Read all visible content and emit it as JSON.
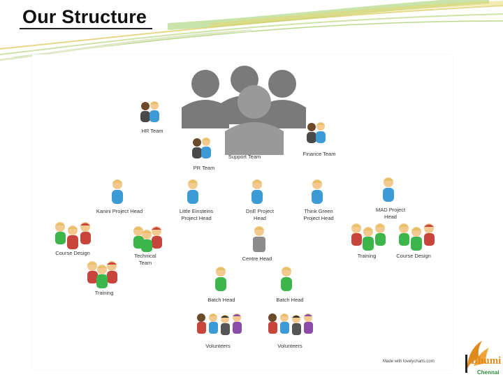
{
  "slide": {
    "title": "Our Structure"
  },
  "colors": {
    "deco_green": "#8bc34a",
    "deco_yellow": "#e6c84a",
    "person_blue": "#3c9ad6",
    "person_green": "#3cb54a",
    "person_red": "#c8453c",
    "person_purple": "#8a4ca8",
    "person_gray": "#8c8c8c",
    "skin": "#f3c98f",
    "hair": "#e7c066",
    "group_gray": "#6d6d6d",
    "logo_orange": "#e08a1c",
    "logo_green": "#2e8b3a"
  },
  "org_chart": {
    "nodes": {
      "hr_team": "HR Team",
      "support_team": "Support Team",
      "finance_team": "Finance Team",
      "pr_team": "PR Team",
      "kanini": "Kanini Project Head",
      "little_einsteins": "Little Einsteins\nProject Head",
      "dne": "DnE Project\nHead",
      "think_green": "Think Green\nProject Head",
      "mad": "MAD Project\nHead",
      "course_design_left": "Course Design",
      "technical_team": "Technical\nTeam",
      "training_left": "Training",
      "centre_head": "Centre Head",
      "batch_head_left": "Batch Head",
      "batch_head_right": "Batch Head",
      "volunteers_left": "Volunteers",
      "volunteers_right": "Volunteers",
      "training_right": "Training",
      "course_design_right": "Course Design"
    }
  },
  "watermark": "Made with lovelycharts.com",
  "logo": {
    "name": "Bhumi",
    "tagline": "Chennai"
  }
}
